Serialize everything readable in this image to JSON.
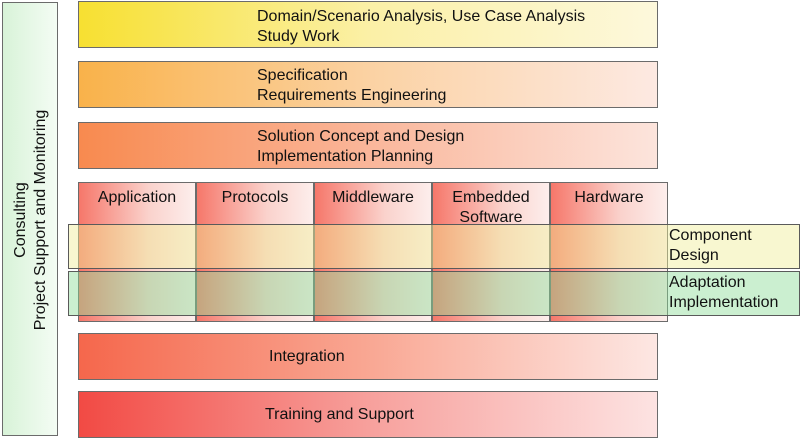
{
  "side_bar": {
    "line1": "Consulting",
    "line2": "Project Support and Monitoring"
  },
  "phases": [
    {
      "line1": "Domain/Scenario Analysis, Use Case Analysis",
      "line2": "Study Work"
    },
    {
      "line1": "Specification",
      "line2": "Requirements Engineering"
    },
    {
      "line1": "Solution Concept and Design",
      "line2": "Implementation Planning"
    }
  ],
  "columns": [
    {
      "line1": "Application",
      "line2": ""
    },
    {
      "line1": "Protocols",
      "line2": ""
    },
    {
      "line1": "Middleware",
      "line2": ""
    },
    {
      "line1": "Embedded",
      "line2": "Software"
    },
    {
      "line1": "Hardware",
      "line2": ""
    }
  ],
  "overlays": [
    {
      "line1": "Component",
      "line2": "Design"
    },
    {
      "line1": "Adaptation",
      "line2": "Implementation"
    }
  ],
  "bottom": [
    {
      "label": "Integration"
    },
    {
      "label": "Training and Support"
    }
  ],
  "colors": {
    "phase1": "#f7e031",
    "phase2": "#f9b24a",
    "phase3": "#f88a4f",
    "column": "#f6776a",
    "integration": "#f5674c",
    "training": "#f24a44",
    "overlay_yellow": "#f6f5b8",
    "overlay_green": "#b4eab7",
    "side_bar": "#e6f7e6"
  }
}
